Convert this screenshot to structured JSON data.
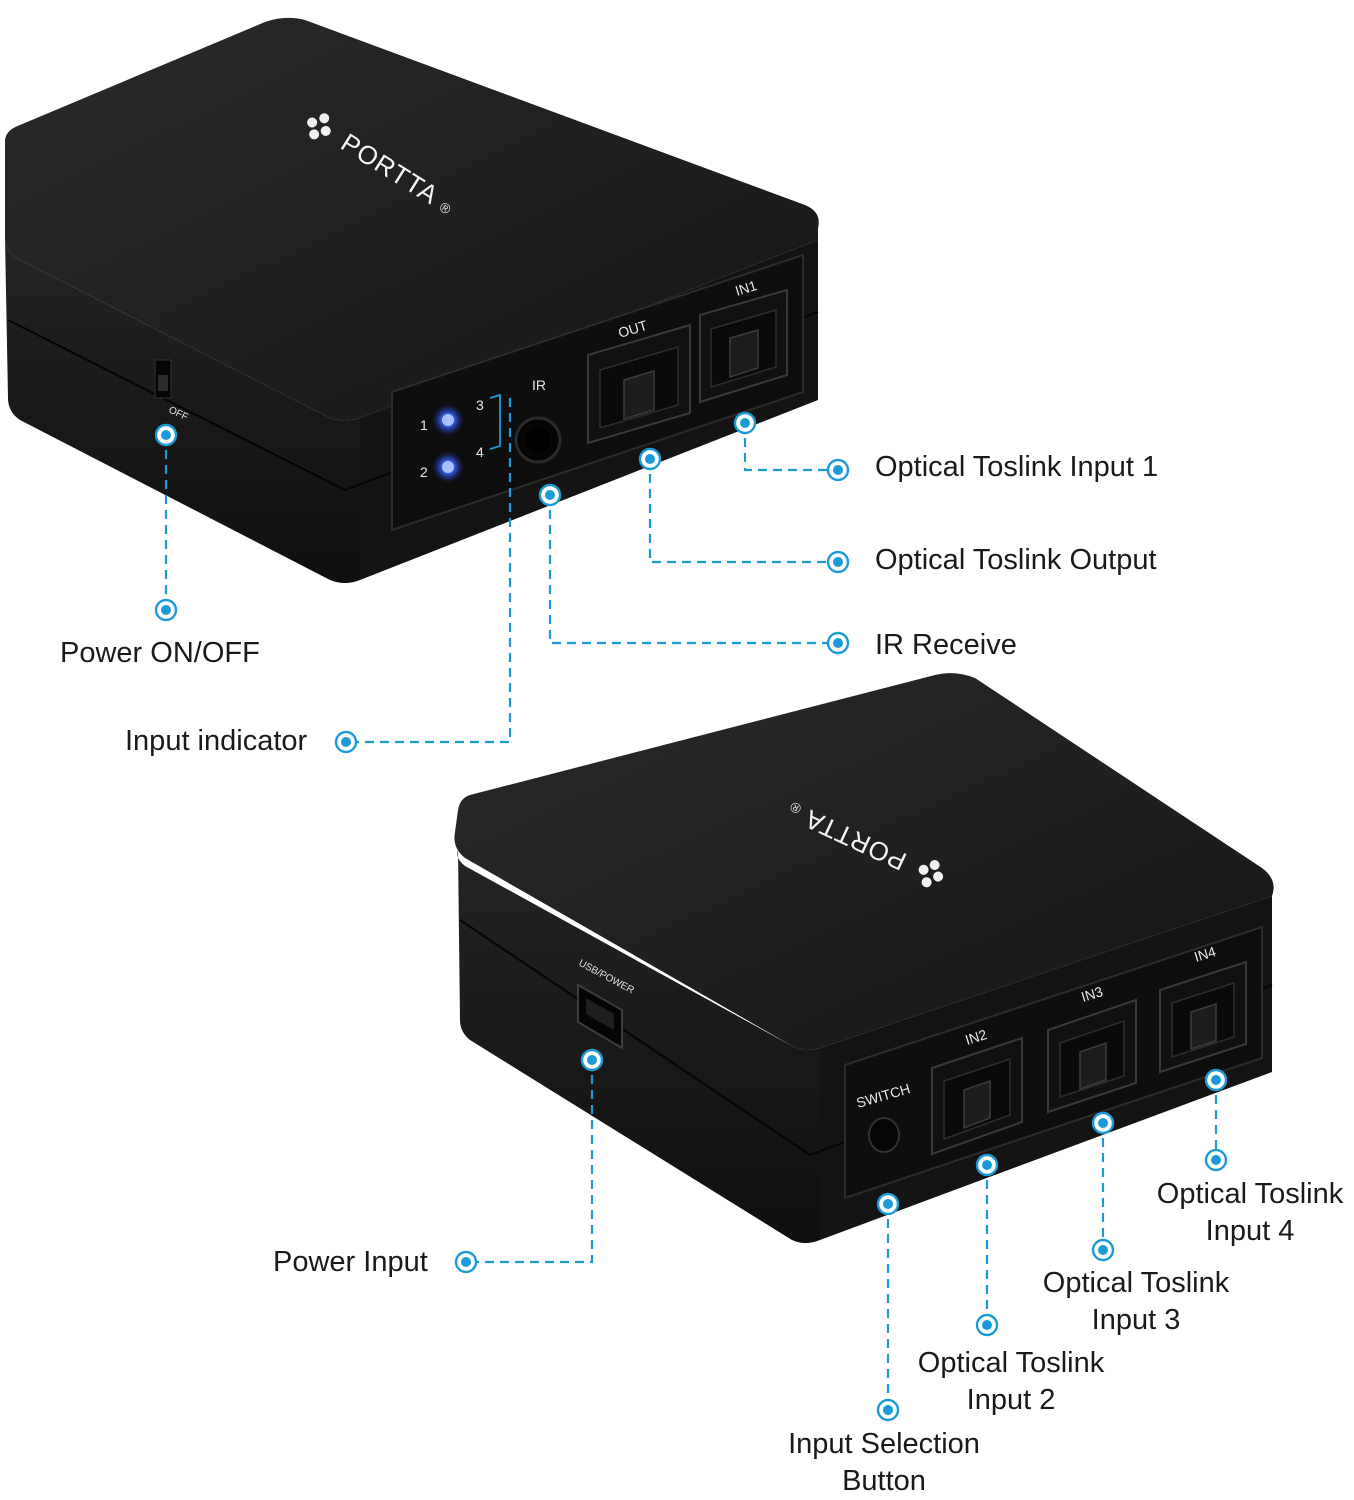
{
  "brand": {
    "logo_text": "PORTTA",
    "registered_mark": "®"
  },
  "device_top": {
    "port_labels": {
      "in1": "IN1",
      "out": "OUT",
      "ir": "IR",
      "led_1": "1",
      "led_2": "2",
      "led_3": "3",
      "led_4": "4",
      "switch_side": "OFF"
    }
  },
  "device_bottom": {
    "port_labels": {
      "in2": "IN2",
      "in3": "IN3",
      "in4": "IN4",
      "switch": "SWITCH",
      "usb_power": "USB/POWER"
    }
  },
  "callouts": {
    "optical_input_1": "Optical Toslink Input 1",
    "optical_output": "Optical Toslink Output",
    "ir_receive": "IR Receive",
    "power_on_off": "Power ON/OFF",
    "input_indicator": "Input indicator",
    "power_input": "Power Input",
    "optical_input_4": [
      "Optical Toslink",
      "Input 4"
    ],
    "optical_input_3": [
      "Optical Toslink",
      "Input 3"
    ],
    "optical_input_2": [
      "Optical Toslink",
      "Input 2"
    ],
    "input_selection": [
      "Input Selection",
      "Button"
    ]
  },
  "colors": {
    "accent": "#1b9ad6",
    "device_body": "#1c1c1c",
    "led": "#2f5bff"
  }
}
